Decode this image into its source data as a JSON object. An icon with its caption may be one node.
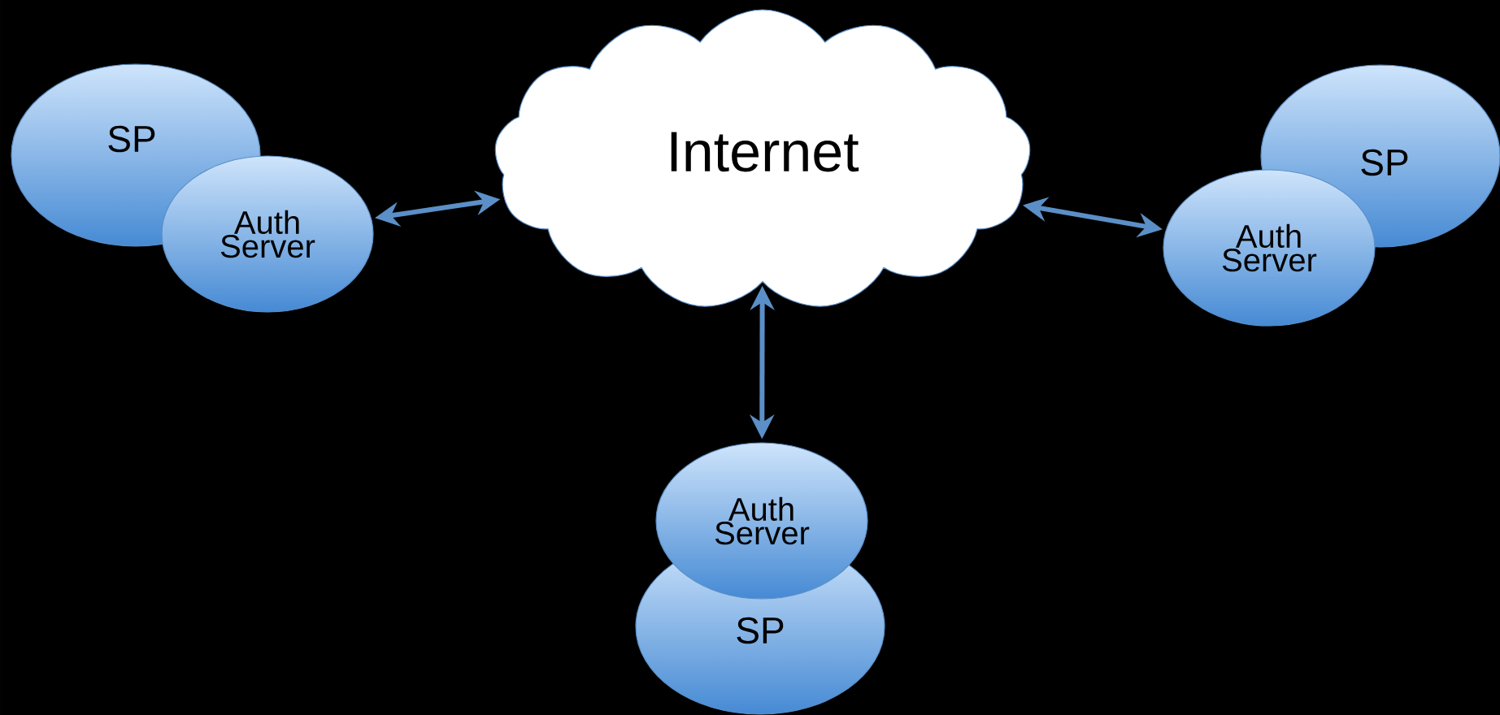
{
  "diagram": {
    "nodes": [
      {
        "text": [
          "Internet"
        ]
      },
      {
        "text": [
          "SP"
        ]
      },
      {
        "text": [
          "Auth Server"
        ]
      },
      {
        "text": [
          "SP"
        ]
      },
      {
        "text": [
          "Auth Server"
        ]
      },
      {
        "text": [
          "SP"
        ]
      },
      {
        "text": [
          "Auth Server"
        ]
      }
    ],
    "edges": [
      {
        "from": 2,
        "to": 0,
        "arrow": "both"
      },
      {
        "from": 0,
        "to": 4,
        "arrow": "both"
      },
      {
        "from": 0,
        "to": 6,
        "arrow": "both"
      }
    ]
  }
}
